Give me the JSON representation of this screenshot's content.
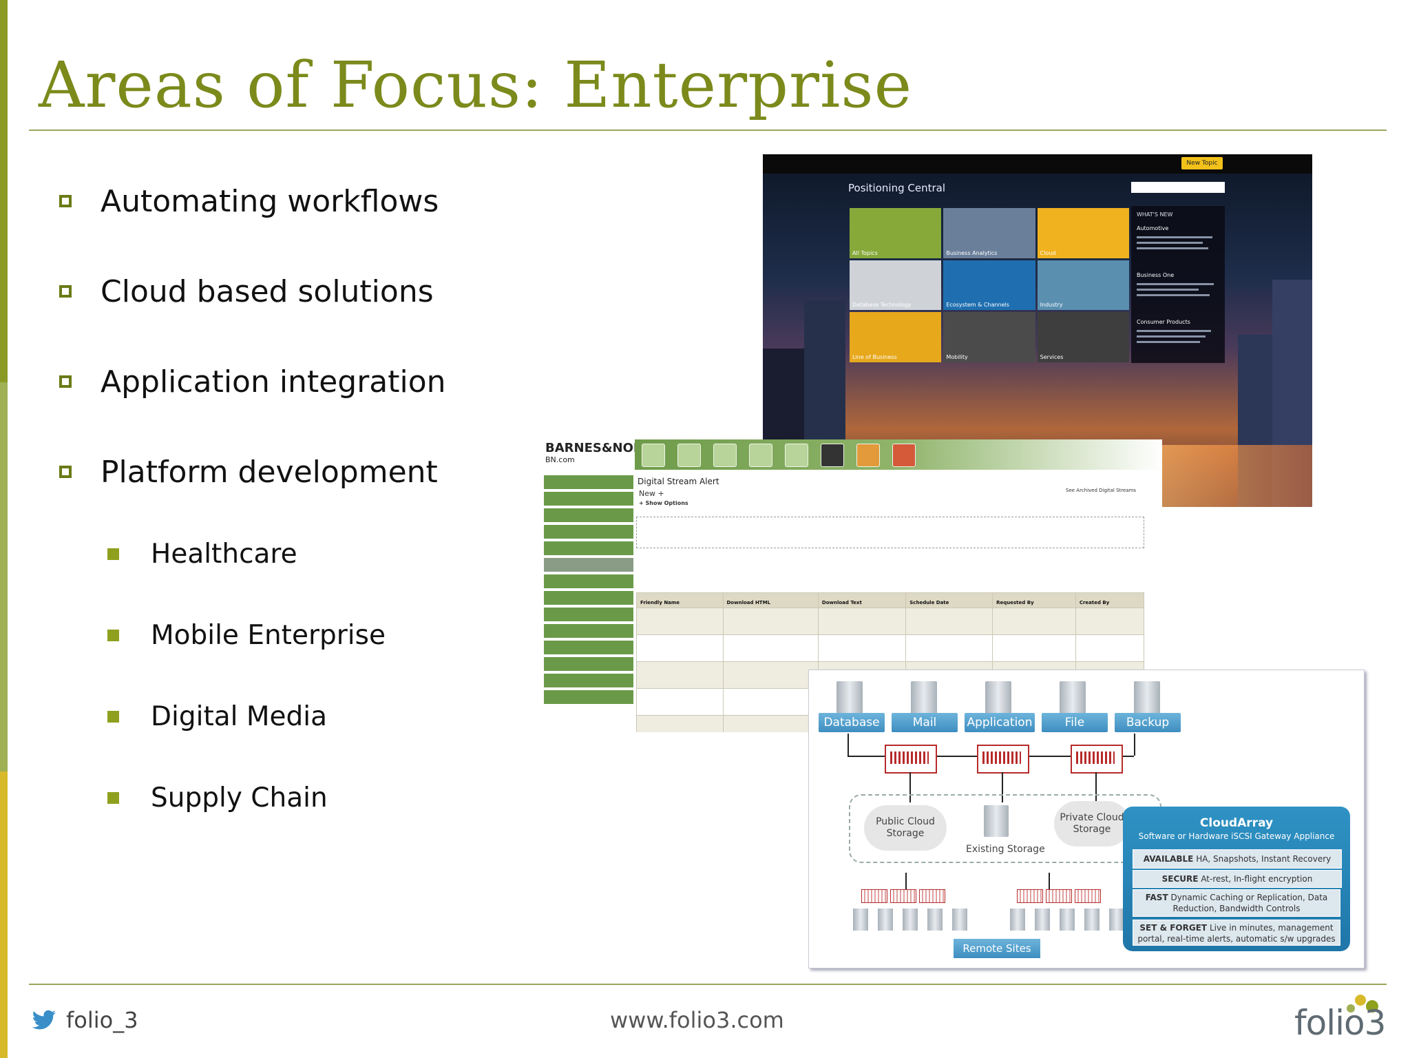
{
  "title": "Areas of Focus: Enterprise",
  "bullets": [
    "Automating workflows",
    "Cloud based solutions",
    "Application integration",
    "Platform development"
  ],
  "sub_bullets": [
    "Healthcare",
    "Mobile Enterprise",
    "Digital Media",
    "Supply Chain"
  ],
  "screenshot1": {
    "nav_button": "New Topic",
    "heading": "Positioning Central",
    "panel_title": "WHAT'S NEW",
    "tiles": [
      "All Topics",
      "Business Analytics",
      "Cloud",
      "Database Technology",
      "Ecosystem & Channels",
      "Industry",
      "Line of Business",
      "Mobility",
      "Services"
    ],
    "news": [
      "Automotive",
      "Business One",
      "Consumer Products"
    ]
  },
  "screenshot2": {
    "logo": "BARNES&NOBLE",
    "logo_sub": "BN.com",
    "page_title": "Digital Stream Alert",
    "new_label": "New +",
    "show_options": "+ Show Options",
    "archive_link": "See Archived Digital Streams",
    "columns": [
      "Friendly Name",
      "Download HTML",
      "Download Text",
      "Schedule Date",
      "Requested By",
      "Created By"
    ]
  },
  "screenshot3": {
    "servers": [
      "Database",
      "Mail",
      "Application",
      "File",
      "Backup"
    ],
    "public_cloud": "Public Cloud Storage",
    "private_cloud": "Private Cloud Storage",
    "existing_storage": "Existing Storage",
    "remote_sites": "Remote Sites",
    "cloudarray_title": "CloudArray",
    "cloudarray_sub": "Software or Hardware iSCSI Gateway Appliance",
    "features": [
      {
        "label": "AVAILABLE",
        "text": "HA, Snapshots, Instant Recovery"
      },
      {
        "label": "SECURE",
        "text": "At-rest, In-flight encryption"
      },
      {
        "label": "FAST",
        "text": "Dynamic Caching or Replication, Data Reduction, Bandwidth Controls"
      },
      {
        "label": "SET & FORGET",
        "text": "Live in minutes, management portal, real-time alerts, automatic s/w upgrades"
      }
    ]
  },
  "footer": {
    "twitter_handle": "folio_3",
    "url": "www.folio3.com",
    "logo_text": "folio3"
  },
  "colors": {
    "title": "#7b8a1b",
    "accent_green": "#8fa01e",
    "accent_yellow": "#d8b92a",
    "twitter_blue": "#3a8fc8"
  }
}
